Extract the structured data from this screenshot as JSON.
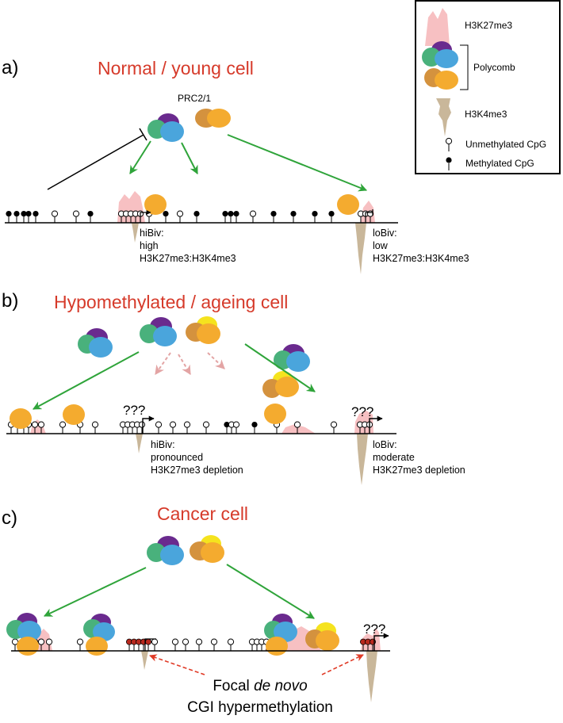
{
  "legend": {
    "k27_label": "H3K27me3",
    "polycomb_label": "Polycomb",
    "k4_label": "H3K4me3",
    "unmeth_label": "Unmethylated CpG",
    "meth_label": "Methylated CpG"
  },
  "panel_a": {
    "letter": "a)",
    "title": "Normal / young cell",
    "complex_label": "PRC2/1",
    "left_gene_note": [
      "hiBiv:",
      "high",
      "H3K27me3:H3K4me3"
    ],
    "right_gene_note": [
      "loBiv:",
      "low",
      "H3K27me3:H3K4me3"
    ]
  },
  "panel_b": {
    "letter": "b)",
    "title": "Hypomethylated / ageing cell",
    "question_left": "???",
    "question_right": "???",
    "left_gene_note": [
      "hiBiv:",
      "pronounced",
      "H3K27me3 depletion"
    ],
    "right_gene_note": [
      "loBiv:",
      "moderate",
      "H3K27me3 depletion"
    ]
  },
  "panel_c": {
    "letter": "c)",
    "title": "Cancer cell",
    "question": "???",
    "footer_prefix": "Focal ",
    "footer_italic": "de novo",
    "footer_line2": "CGI hypermethylation"
  },
  "colors": {
    "title_red": "#d63a2a",
    "k27_pink": "#f7c0c2",
    "k4_tan": "#c9b79a",
    "purple": "#6a2a8e",
    "green": "#49b17c",
    "blue": "#4aa5dc",
    "orange": "#f4ab2f",
    "tan_orange": "#d4923e",
    "yellow": "#f5e31e",
    "arrow_green": "#2fa43a",
    "dashed_pink": "#e3a4a4",
    "meth_red": "#b8281d"
  }
}
